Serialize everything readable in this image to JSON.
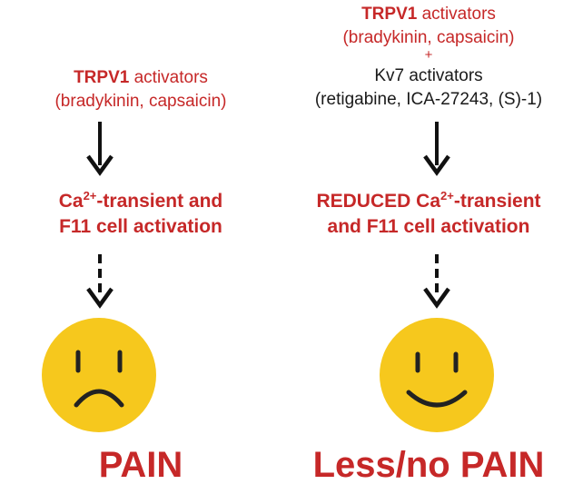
{
  "colors": {
    "red": "#c62828",
    "black": "#1a1a1a",
    "face_fill": "#f6c81d",
    "face_feature": "#222222"
  },
  "left": {
    "activator": {
      "name": "TRPV1",
      "suffix": " activators",
      "examples": "(bradykinin, capsaicin)"
    },
    "step": {
      "part1": "Ca",
      "sup": "2+",
      "part2": "-transient and",
      "line2": "F11 cell activation"
    },
    "face_icon": "sad-face-icon",
    "outcome": "PAIN"
  },
  "right": {
    "activator": {
      "name": "TRPV1",
      "suffix": " activators",
      "examples": "(bradykinin, capsaicin)"
    },
    "plus": "+",
    "second_activator": {
      "label": "Kv7 activators",
      "examples": "(retigabine, ICA-27243, (S)-1)"
    },
    "step": {
      "prefix": "REDUCED ",
      "part1": "Ca",
      "sup": "2+",
      "part2": "-transient",
      "line2": "and F11 cell activation"
    },
    "face_icon": "happy-face-icon",
    "outcome": "Less/no PAIN"
  }
}
